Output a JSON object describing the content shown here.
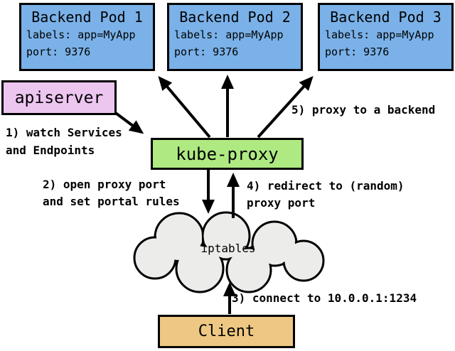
{
  "colors": {
    "background": "#FFFFFF",
    "border": "#000000",
    "pod_fill": "#7AB1E8",
    "apiserver_fill": "#EDC6F0",
    "kube_proxy_fill": "#AEE982",
    "iptables_fill": "#ECECEA",
    "client_fill": "#EEC883",
    "arrow": "#000000"
  },
  "pods": [
    {
      "title": "Backend Pod 1",
      "labels": "labels: app=MyApp",
      "port": "port: 9376"
    },
    {
      "title": "Backend Pod 2",
      "labels": "labels: app=MyApp",
      "port": "port: 9376"
    },
    {
      "title": "Backend Pod 3",
      "labels": "labels: app=MyApp",
      "port": "port: 9376"
    }
  ],
  "nodes": {
    "apiserver": {
      "label": "apiserver"
    },
    "kube_proxy": {
      "label": "kube-proxy"
    },
    "iptables": {
      "label": "iptables"
    },
    "client": {
      "label": "Client"
    }
  },
  "steps": {
    "step1": [
      "1) watch Services",
      "and Endpoints"
    ],
    "step2": [
      "2) open proxy port",
      "and set portal rules"
    ],
    "step3": [
      "3) connect to 10.0.0.1:1234"
    ],
    "step4": [
      "4) redirect to (random)",
      "proxy port"
    ],
    "step5": [
      "5) proxy to a backend"
    ]
  }
}
